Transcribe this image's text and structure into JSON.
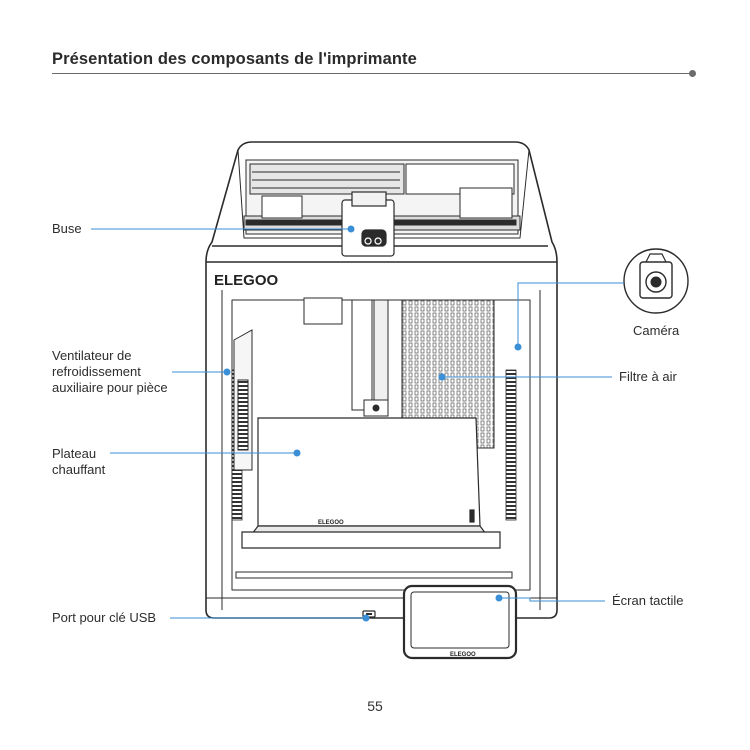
{
  "page": {
    "title": "Présentation des composants de l'imprimante",
    "number": "55"
  },
  "printer": {
    "brand_logo": "ELEGOO",
    "bed_brand": "ELEGOO",
    "screen_brand": "ELEGOO"
  },
  "labels": {
    "nozzle": "Buse",
    "aux_fan": [
      "Ventilateur de",
      "refroidissement",
      "auxiliaire pour pièce"
    ],
    "heated_bed": [
      "Plateau",
      "chauffant"
    ],
    "usb_port": "Port pour clé USB",
    "camera": "Caméra",
    "air_filter": "Filtre à air",
    "touch_screen": "Écran tactile"
  },
  "colors": {
    "callout": "#3a8fd6",
    "text": "#2d2d2d",
    "line_art": "#2b2b2b"
  }
}
